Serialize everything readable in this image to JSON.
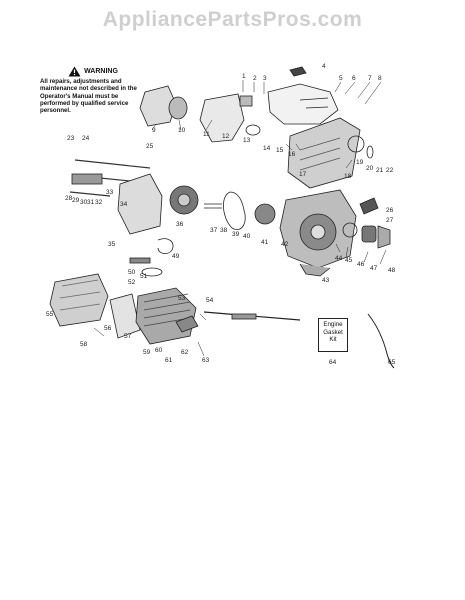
{
  "header": {
    "site_title": "AppliancePartsPros.com"
  },
  "warning": {
    "heading": "WARNING",
    "body": "All repairs, adjustments and maintenance not described in the Operator's Manual must be performed by qualified service personnel."
  },
  "kit": {
    "label": "Engine Gasket Kit"
  },
  "callouts": [
    "1",
    "2",
    "3",
    "4",
    "5",
    "6",
    "7",
    "8",
    "9",
    "10",
    "11",
    "12",
    "13",
    "14",
    "15",
    "16",
    "17",
    "18",
    "19",
    "20",
    "21",
    "22",
    "23",
    "24",
    "25",
    "26",
    "27",
    "28",
    "29",
    "30",
    "31",
    "32",
    "33",
    "34",
    "35",
    "36",
    "37",
    "38",
    "39",
    "40",
    "41",
    "42",
    "43",
    "44",
    "45",
    "46",
    "47",
    "48",
    "49",
    "50",
    "51",
    "52",
    "53",
    "54",
    "55",
    "56",
    "57",
    "58",
    "59",
    "60",
    "61",
    "62",
    "63",
    "64",
    "65"
  ]
}
